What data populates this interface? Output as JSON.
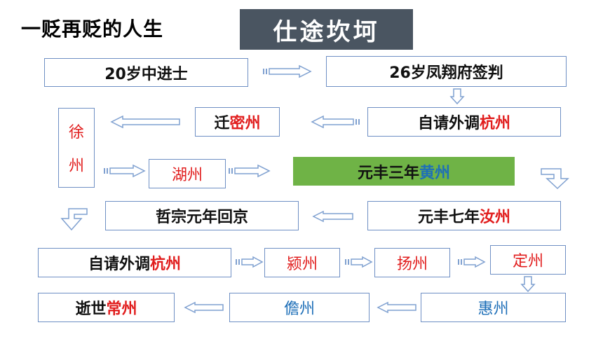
{
  "header": {
    "title": "一贬再贬的人生",
    "banner": "仕途坎坷"
  },
  "nodes": {
    "n1": {
      "text": "20岁中进士"
    },
    "n2": {
      "text": "26岁凤翔府签判"
    },
    "n3": {
      "prefix": "自请外调",
      "place": "杭州"
    },
    "n4": {
      "prefix": "迁",
      "place": "密州"
    },
    "n5": {
      "char1": "徐",
      "char2": "州"
    },
    "n6": {
      "place": "湖州"
    },
    "n7": {
      "prefix": "元丰三年",
      "place": "黄州"
    },
    "n8": {
      "prefix": "元丰七年",
      "place": "汝州"
    },
    "n9": {
      "text": "哲宗元年回京"
    },
    "n10": {
      "prefix": "自请外调",
      "place": "杭州"
    },
    "n11": {
      "place": "颍州"
    },
    "n12": {
      "place": "扬州"
    },
    "n13": {
      "place": "定州"
    },
    "n14": {
      "place": "惠州"
    },
    "n15": {
      "place": "儋州"
    },
    "n16": {
      "prefix": "逝世",
      "place": "常州"
    }
  },
  "colors": {
    "accent_red": "#e11d1d",
    "accent_blue": "#1e6fb8",
    "banner_bg": "#4a5561",
    "highlight_green": "#6fb346",
    "box_border": "#6e8fc4",
    "arrow_stroke": "#7fa0d0"
  }
}
